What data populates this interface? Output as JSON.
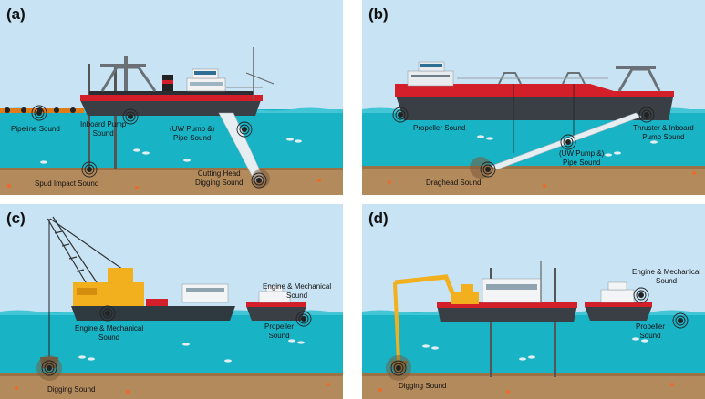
{
  "colors": {
    "sky": "#c7e3f4",
    "water": "#19b3c6",
    "seabed": "#b38a5c",
    "hull_red": "#d21f2a",
    "hull_dark": "#3a3f46",
    "crane_yellow": "#f2b01e"
  },
  "panels": [
    {
      "label": "(a)",
      "sounds": [
        {
          "text": "Pipeline Sound",
          "icon": "sound-wave-icon"
        },
        {
          "text": "Inboard Pump\nSound",
          "icon": "sound-wave-icon"
        },
        {
          "text": "(UW Pump &)\nPipe Sound",
          "icon": "sound-wave-icon"
        },
        {
          "text": "Spud Impact Sound",
          "icon": "sound-wave-icon"
        },
        {
          "text": "Cutting Head\nDigging Sound",
          "icon": "sound-wave-icon"
        }
      ]
    },
    {
      "label": "(b)",
      "sounds": [
        {
          "text": "Propeller Sound",
          "icon": "sound-wave-icon"
        },
        {
          "text": "Thruster & Inboard\nPump Sound",
          "icon": "sound-wave-icon"
        },
        {
          "text": "(UW Pump &)\nPipe Sound",
          "icon": "sound-wave-icon"
        },
        {
          "text": "Draghead Sound",
          "icon": "sound-wave-icon"
        }
      ]
    },
    {
      "label": "(c)",
      "sounds": [
        {
          "text": "Engine & Mechanical\nSound",
          "icon": "sound-wave-icon"
        },
        {
          "text": "Engine & Mechanical\nSound",
          "icon": "sound-wave-icon"
        },
        {
          "text": "Propeller\nSound",
          "icon": "sound-wave-icon"
        },
        {
          "text": "Digging Sound",
          "icon": "sound-wave-icon"
        }
      ]
    },
    {
      "label": "(d)",
      "sounds": [
        {
          "text": "Engine & Mechanical\nSound",
          "icon": "sound-wave-icon"
        },
        {
          "text": "Propeller\nSound",
          "icon": "sound-wave-icon"
        },
        {
          "text": "Digging Sound",
          "icon": "sound-wave-icon"
        }
      ]
    }
  ]
}
